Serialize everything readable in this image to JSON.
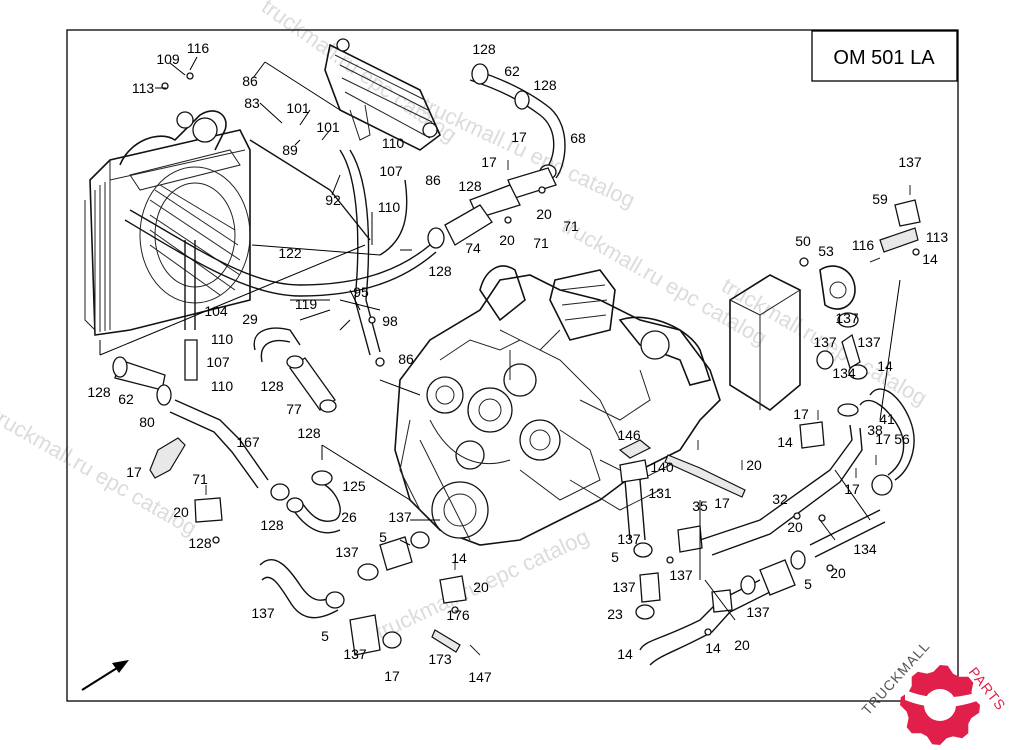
{
  "model_label": "OM 501 LA",
  "watermarks": [
    "truckmall.ru epc catalog",
    "truckmall.ru epc catalog",
    "truckmall.ru epc catalog",
    "truckmall.ru epc catalog",
    "truckmall.ru epc catalog",
    "truckmall.ru epc catalog"
  ],
  "logo": {
    "text_a": "TRUCKMALL",
    "text_b": "PARTS",
    "color_dark": "#555555",
    "color_accent": "#e0204a"
  },
  "callouts": [
    "109",
    "116",
    "113",
    "86",
    "83",
    "101",
    "101",
    "89",
    "92",
    "128",
    "62",
    "128",
    "17",
    "110",
    "107",
    "110",
    "86",
    "17",
    "68",
    "128",
    "20",
    "71",
    "71",
    "20",
    "74",
    "122",
    "128",
    "119",
    "95",
    "98",
    "104",
    "110",
    "107",
    "110",
    "86",
    "29",
    "128",
    "77",
    "128",
    "62",
    "128",
    "80",
    "167",
    "17",
    "71",
    "20",
    "128",
    "128",
    "125",
    "26",
    "137",
    "5",
    "137",
    "137",
    "5",
    "137",
    "17",
    "14",
    "20",
    "176",
    "173",
    "147",
    "146",
    "140",
    "131",
    "137",
    "5",
    "137",
    "23",
    "14",
    "20",
    "14",
    "35",
    "17",
    "20",
    "137",
    "137",
    "5",
    "32",
    "20",
    "20",
    "14",
    "17",
    "17",
    "17",
    "41",
    "134",
    "134",
    "137",
    "137",
    "137",
    "14",
    "56",
    "59",
    "50",
    "53",
    "116",
    "113",
    "14",
    "137",
    "38"
  ]
}
